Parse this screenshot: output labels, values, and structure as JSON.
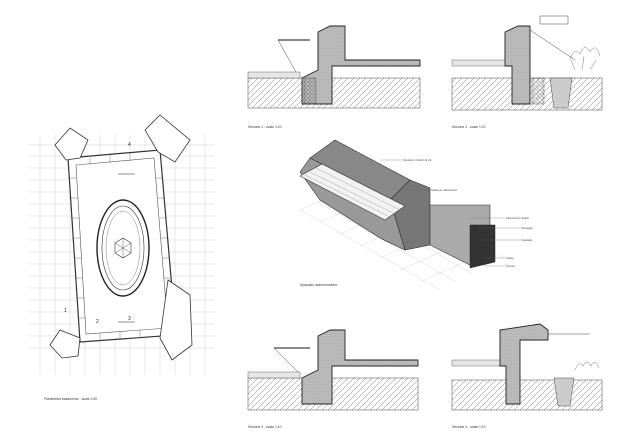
{
  "captions": {
    "plan": "Planimetria basamento - scale 1:50",
    "section1": "Sezione 1 - scale 1:10",
    "section2": "Sezione 2 - scale 1:10",
    "section3": "Sezione 3 - scale 1:10",
    "section4": "Sezione 4 - scale 1:10",
    "axonometric": "Spaccato assonometrico"
  },
  "markers": {
    "m1": "1",
    "m2": "2",
    "m3": "3",
    "m4": "4"
  },
  "axo_labels": [
    "Struttura in blocchi di cls",
    "Seduta in calcestruzzo",
    "Pavimento in doghe",
    "Drenaggio",
    "Canaletta",
    "Ghiaia",
    "Terreno"
  ]
}
